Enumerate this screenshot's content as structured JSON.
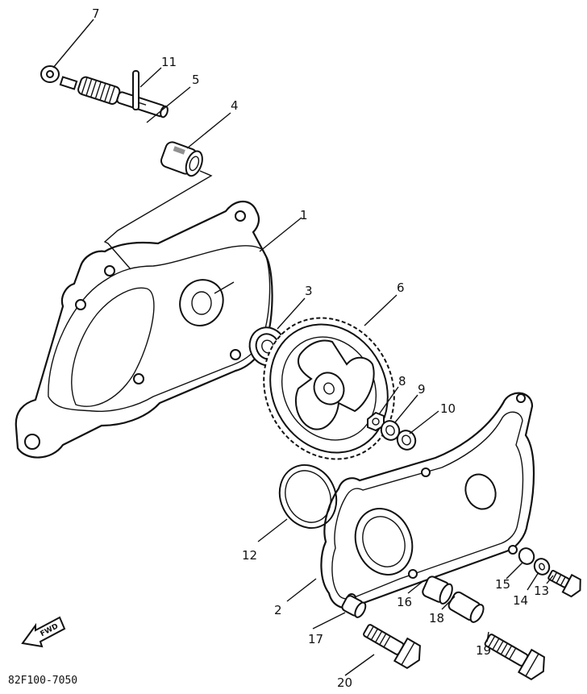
{
  "diagram": {
    "part_code": "82F100-7050",
    "direction_arrow": "FWD",
    "callouts": [
      {
        "id": "c1",
        "label": "1"
      },
      {
        "id": "c2",
        "label": "2"
      },
      {
        "id": "c3",
        "label": "3"
      },
      {
        "id": "c4",
        "label": "4"
      },
      {
        "id": "c5",
        "label": "5"
      },
      {
        "id": "c6",
        "label": "6"
      },
      {
        "id": "c7",
        "label": "7"
      },
      {
        "id": "c8",
        "label": "8"
      },
      {
        "id": "c9",
        "label": "9"
      },
      {
        "id": "c10",
        "label": "10"
      },
      {
        "id": "c11",
        "label": "11"
      },
      {
        "id": "c12",
        "label": "12"
      },
      {
        "id": "c13",
        "label": "13"
      },
      {
        "id": "c14",
        "label": "14"
      },
      {
        "id": "c15",
        "label": "15"
      },
      {
        "id": "c16",
        "label": "16"
      },
      {
        "id": "c17",
        "label": "17"
      },
      {
        "id": "c18",
        "label": "18"
      },
      {
        "id": "c19",
        "label": "19"
      },
      {
        "id": "c20",
        "label": "20"
      }
    ]
  }
}
